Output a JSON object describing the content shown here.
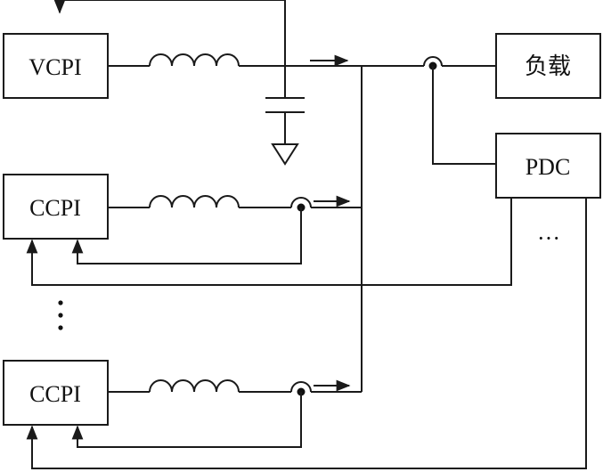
{
  "blocks": {
    "vcpi": "VCPI",
    "ccpi_1": "CCPI",
    "ccpi_2": "CCPI",
    "load": "负载",
    "pdc": "PDC"
  },
  "ellipsis": {
    "horizontal": "···",
    "vertical": "⋮"
  },
  "colors": {
    "line": "#1a1a1a",
    "background": "#ffffff"
  }
}
